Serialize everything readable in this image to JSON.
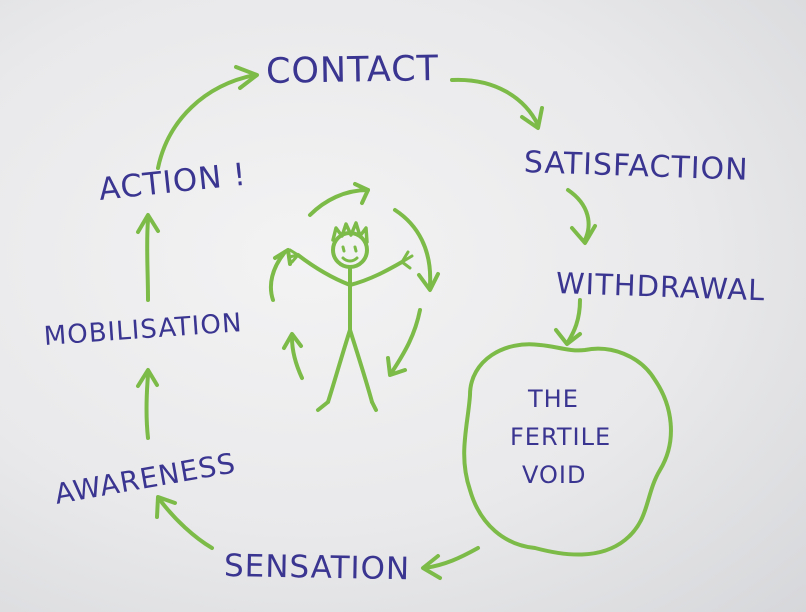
{
  "diagram": {
    "labels": {
      "contact": "CONTACT",
      "satisfaction": "SATISFACTION",
      "withdrawal": "WITHDRAWAL",
      "fertile_void_line1": "THE",
      "fertile_void_line2": "FERTILE",
      "fertile_void_line3": "VOID",
      "sensation": "SENSATION",
      "awareness": "AWARENESS",
      "mobilisation": "MOBILISATION",
      "action": "ACTION !"
    },
    "colors": {
      "ink_text": "#3a3590",
      "ink_marker": "#7dbb48",
      "board": "#ececee"
    }
  }
}
